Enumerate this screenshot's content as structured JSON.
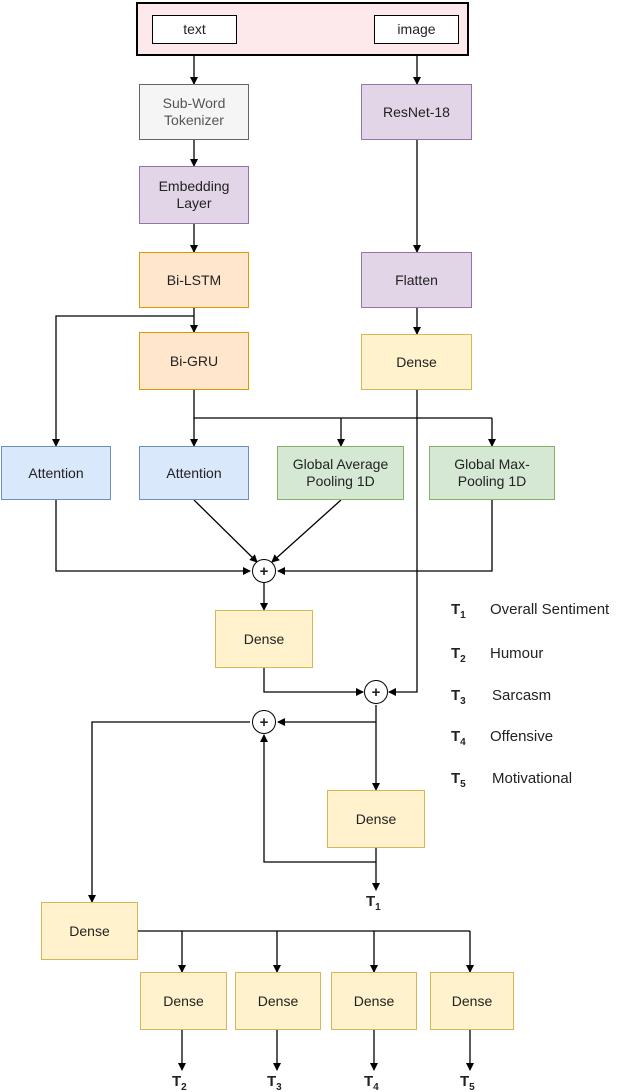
{
  "inputs": {
    "text": "text",
    "image": "image"
  },
  "text_branch": {
    "tokenizer": "Sub-Word\nTokenizer",
    "embedding": "Embedding\nLayer",
    "bilstm": "Bi-LSTM",
    "bigru": "Bi-GRU"
  },
  "image_branch": {
    "resnet": "ResNet-18",
    "flatten": "Flatten",
    "dense": "Dense"
  },
  "feature_blocks": {
    "attention_1": "Attention",
    "attention_2": "Attention",
    "global_avg": "Global Average\nPooling 1D",
    "global_max": "Global Max-\nPooling 1D"
  },
  "fusion": {
    "plus": "+",
    "sum_left": "+"
  },
  "dense_labels": {
    "fused": "Dense",
    "t1_head": "Dense",
    "shared": "Dense",
    "head_2": "Dense",
    "head_3": "Dense",
    "head_4": "Dense",
    "head_5": "Dense"
  },
  "outputs": {
    "t1": {
      "base": "T",
      "sub": "1"
    },
    "t2": {
      "base": "T",
      "sub": "2"
    },
    "t3": {
      "base": "T",
      "sub": "3"
    },
    "t4": {
      "base": "T",
      "sub": "4"
    },
    "t5": {
      "base": "T",
      "sub": "5"
    }
  },
  "legend": [
    {
      "sym": "T",
      "sub": "1",
      "desc": "Overall Sentiment"
    },
    {
      "sym": "T",
      "sub": "2",
      "desc": "Humour"
    },
    {
      "sym": "T",
      "sub": "3",
      "desc": "Sarcasm"
    },
    {
      "sym": "T",
      "sub": "4",
      "desc": "Offensive"
    },
    {
      "sym": "T",
      "sub": "5",
      "desc": "Motivational"
    }
  ],
  "colors": {
    "gray": "#f5f5f5",
    "purple": "#e1d5e7",
    "orange": "#ffe6cc",
    "yellow": "#fff2cc",
    "blue": "#dae8fc",
    "green": "#d5e8d4",
    "pink": "#fde8ec"
  }
}
